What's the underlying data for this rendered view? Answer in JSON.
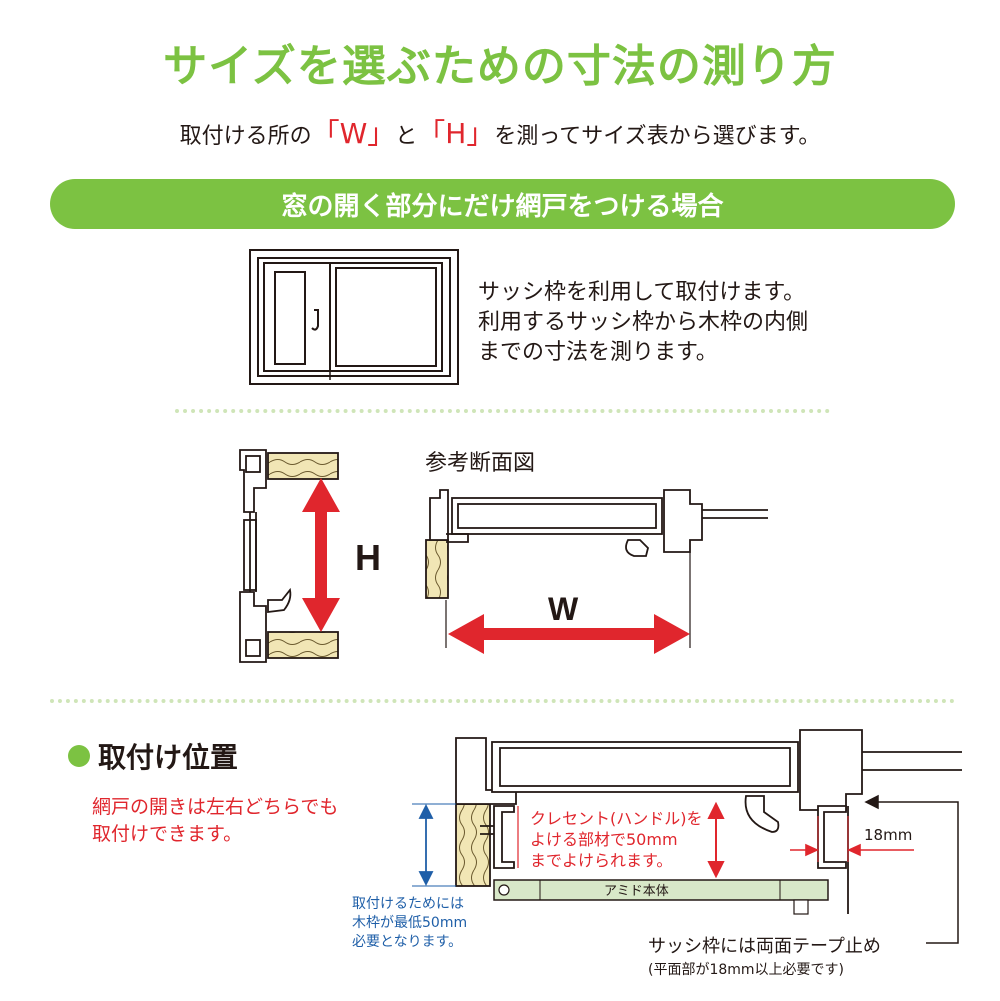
{
  "header": {
    "title": "サイズを選ぶための寸法の測り方",
    "subtitle_pre": "取付ける所の",
    "subtitle_w": "「W」",
    "subtitle_mid": "と",
    "subtitle_h": "「H」",
    "subtitle_post": "を測ってサイズ表から選びます。"
  },
  "banner": {
    "label": "窓の開く部分にだけ網戸をつける場合"
  },
  "window_desc": {
    "line1": "サッシ枠を利用して取付けます。",
    "line2": "利用するサッシ枠から木枠の内側",
    "line3": "までの寸法を測ります。"
  },
  "section_diagram": {
    "ref_label": "参考断面図",
    "h_label": "H",
    "w_label": "W"
  },
  "mount": {
    "title": "取付け位置",
    "note_line1": "網戸の開きは左右どちらでも",
    "note_line2": "取付けできます。",
    "crescent_line1": "クレセント(ハンドル)を",
    "crescent_line2": "よける部材で50mm",
    "crescent_line3": "までよけられます。",
    "dim_18": "18mm",
    "body_label": "アミド本体",
    "wood_line1": "取付けるためには",
    "wood_line2": "木枠が最低50mm",
    "wood_line3": "必要となります。",
    "tape_line": "サッシ枠には両面テープ止め",
    "tape_sub": "(平面部が18mm以上必要です)"
  },
  "colors": {
    "green": "#7cc242",
    "red": "#e0262d",
    "blue": "#1f5fa8",
    "wood": "#f1e6b5"
  }
}
